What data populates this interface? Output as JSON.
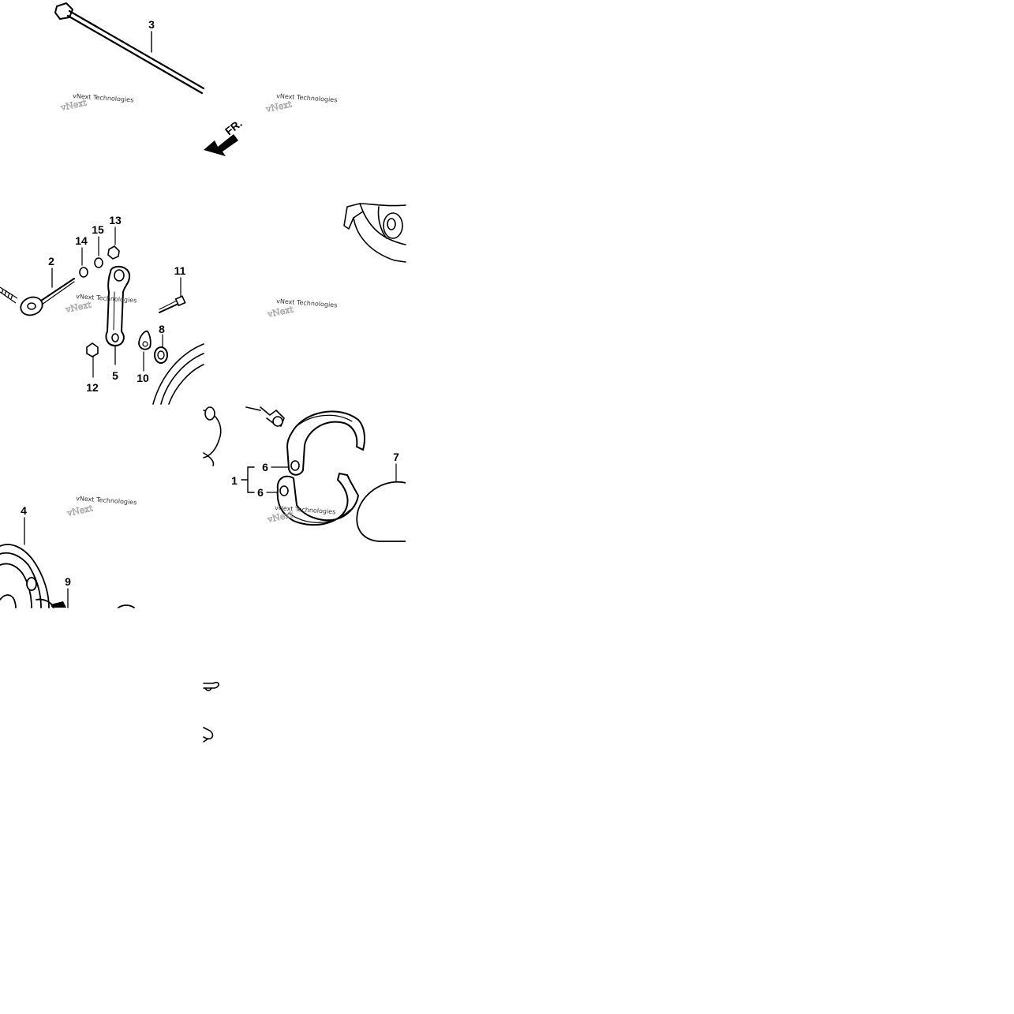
{
  "diagram": {
    "callouts": {
      "c1": "1",
      "c2": "2",
      "c3": "3",
      "c4": "4",
      "c5": "5",
      "c6a": "6",
      "c6b": "6",
      "c7": "7",
      "c8": "8",
      "c9": "9",
      "c10": "10",
      "c11": "11",
      "c12": "12",
      "c13": "13",
      "c14": "14",
      "c15": "15"
    },
    "direction_arrow": "FR.",
    "watermark": "vNext Technologies",
    "colors": {
      "ink": "#000000",
      "background": "#ffffff",
      "watermark": "#333333"
    }
  }
}
